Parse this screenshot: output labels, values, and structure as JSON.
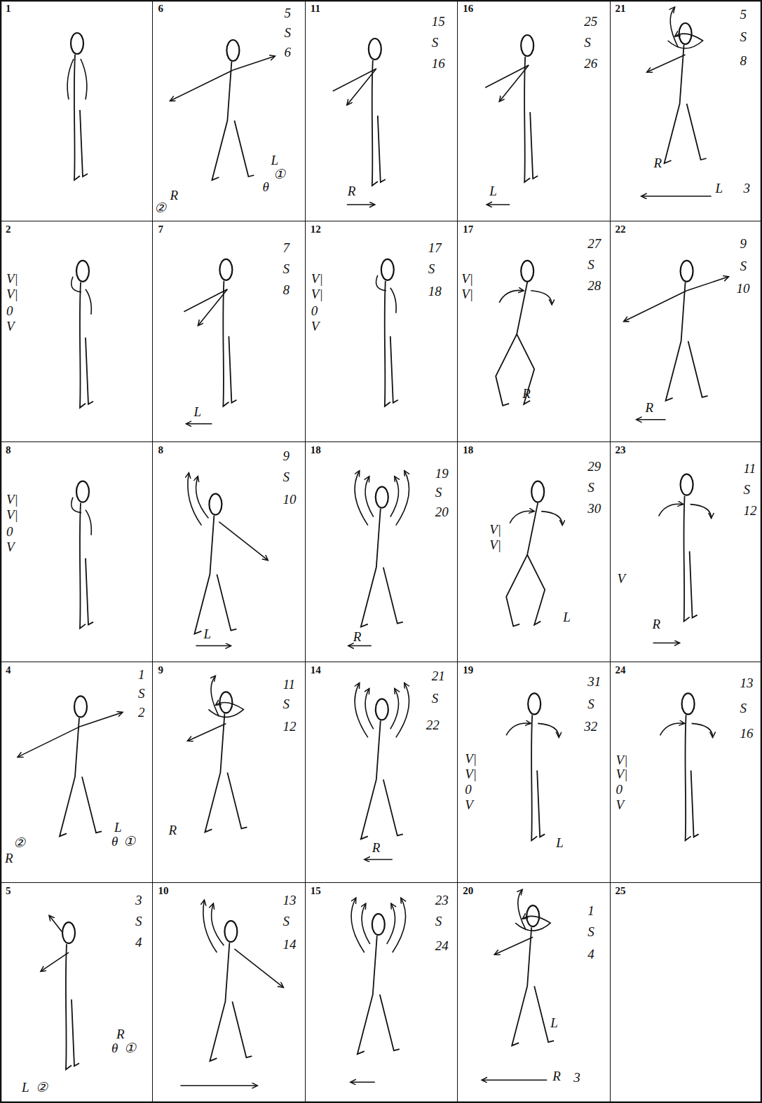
{
  "diagram": {
    "nodes": [
      {
        "text": [
          "1"
        ]
      },
      {
        "text": [
          "6",
          "5",
          "S",
          "6",
          "L",
          "①",
          "θ",
          "R",
          "②"
        ]
      },
      {
        "text": [
          "11",
          "15",
          "S",
          "16",
          "R"
        ]
      },
      {
        "text": [
          "16",
          "25",
          "S",
          "26",
          "L"
        ]
      },
      {
        "text": [
          "21",
          "5",
          "S",
          "8",
          "R",
          "L",
          "3"
        ]
      },
      {
        "text": [
          "2",
          "V|",
          "V|",
          "0",
          "V"
        ]
      },
      {
        "text": [
          "7",
          "7",
          "S",
          "8",
          "L"
        ]
      },
      {
        "text": [
          "12",
          "V|",
          "V|",
          "0",
          "V",
          "17",
          "S",
          "18"
        ]
      },
      {
        "text": [
          "17",
          "27",
          "S",
          "28",
          "V|",
          "V|",
          "R"
        ]
      },
      {
        "text": [
          "22",
          "9",
          "S",
          "10",
          "R"
        ]
      },
      {
        "text": [
          "8",
          "V|",
          "V|",
          "0",
          "V"
        ]
      },
      {
        "text": [
          "8",
          "9",
          "S",
          "10",
          "L"
        ]
      },
      {
        "text": [
          "18",
          "19",
          "S",
          "20",
          "R"
        ]
      },
      {
        "text": [
          "18",
          "29",
          "S",
          "30",
          "V|",
          "V|",
          "L"
        ]
      },
      {
        "text": [
          "23",
          "11",
          "S",
          "12",
          "V",
          "R"
        ]
      },
      {
        "text": [
          "4",
          "1",
          "S",
          "2",
          "②",
          "R",
          "L",
          "θ",
          "①"
        ]
      },
      {
        "text": [
          "9",
          "11",
          "S",
          "12",
          "R"
        ]
      },
      {
        "text": [
          "14",
          "21",
          "S",
          "22",
          "R"
        ]
      },
      {
        "text": [
          "19",
          "31",
          "S",
          "32",
          "V|",
          "V|",
          "0",
          "V",
          "L"
        ]
      },
      {
        "text": [
          "24",
          "13",
          "S",
          "16",
          "V|",
          "V|",
          "0",
          "V"
        ]
      },
      {
        "text": [
          "5",
          "3",
          "S",
          "4",
          "R",
          "θ",
          "①",
          "L",
          "②"
        ]
      },
      {
        "text": [
          "10",
          "13",
          "S",
          "14"
        ]
      },
      {
        "text": [
          "15",
          "23",
          "S",
          "24"
        ]
      },
      {
        "text": [
          "20",
          "1",
          "S",
          "4",
          "L",
          "R",
          "3"
        ]
      },
      {
        "text": [
          "25"
        ]
      }
    ]
  }
}
